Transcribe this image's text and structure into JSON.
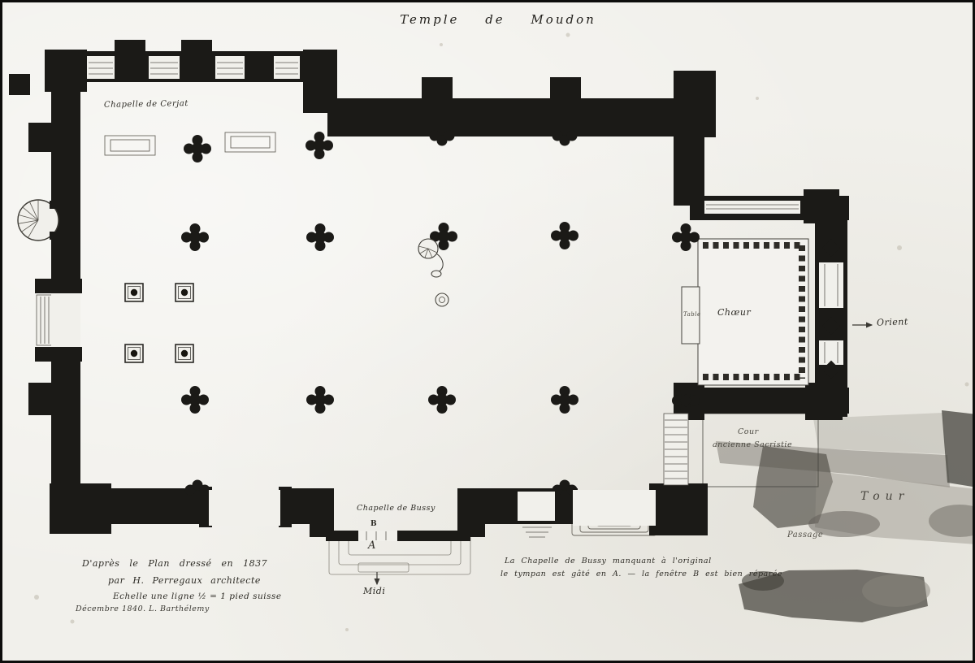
{
  "title": "Temple de Moudon",
  "plan_labels": {
    "chapelle_cerjat": "Chapelle de Cerjat",
    "choeur": "Chœur",
    "table": "Table",
    "orient": "Orient",
    "cour_line1": "Cour",
    "cour_line2": "ancienne Sacristie",
    "chapelle_bussy": "Chapelle de Bussy",
    "marker_b": "B",
    "marker_a": "A",
    "midi": "Midi",
    "tour": "Tour",
    "passage": "Passage"
  },
  "annotations": {
    "legend_line1": "D'après le Plan dressé en 1837",
    "legend_line2": "par H. Perregaux architecte",
    "legend_line3": "Echelle une ligne ½ = 1 pied suisse",
    "legend_line4": "Décembre 1840. L. Barthélemy",
    "note_line1": "La Chapelle de Bussy manquant à l'original",
    "note_line2": "le tympan est gâté en A. — la fenêtre B est bien réparée"
  },
  "colors": {
    "ink": "#1b1a17",
    "paper": "#f1f0eb",
    "wash_gray": "#7b7870",
    "wash_dark": "#504e48"
  }
}
